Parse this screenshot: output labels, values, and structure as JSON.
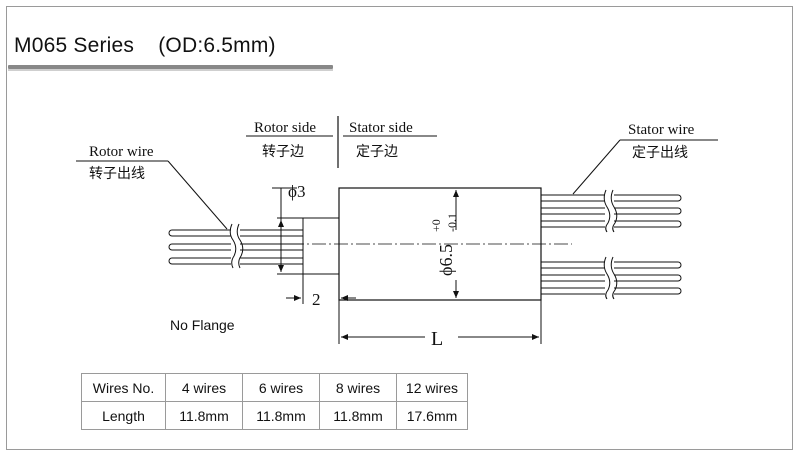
{
  "header": {
    "title": "M065 Series    (OD:6.5mm)"
  },
  "diagram": {
    "rotor_side": {
      "en": "Rotor side",
      "zh": "转子边"
    },
    "stator_side": {
      "en": "Stator side",
      "zh": "定子边"
    },
    "rotor_wire": {
      "en": "Rotor wire",
      "zh": "转子出线"
    },
    "stator_wire": {
      "en": "Stator wire",
      "zh": "定子出线"
    },
    "dim_shaft": "ϕ3",
    "dim_gap": "2",
    "dim_body_symbol": "ϕ6.5",
    "dim_body_upper_tol": "+0",
    "dim_body_lower_tol": "-0.1",
    "dim_length": "L",
    "note": "No Flange"
  },
  "table": {
    "rows": [
      {
        "label": "Wires No.",
        "cells": [
          "4 wires",
          "6 wires",
          "8 wires",
          "12 wires"
        ]
      },
      {
        "label": "Length",
        "cells": [
          "11.8mm",
          "11.8mm",
          "11.8mm",
          "17.6mm"
        ]
      }
    ]
  }
}
